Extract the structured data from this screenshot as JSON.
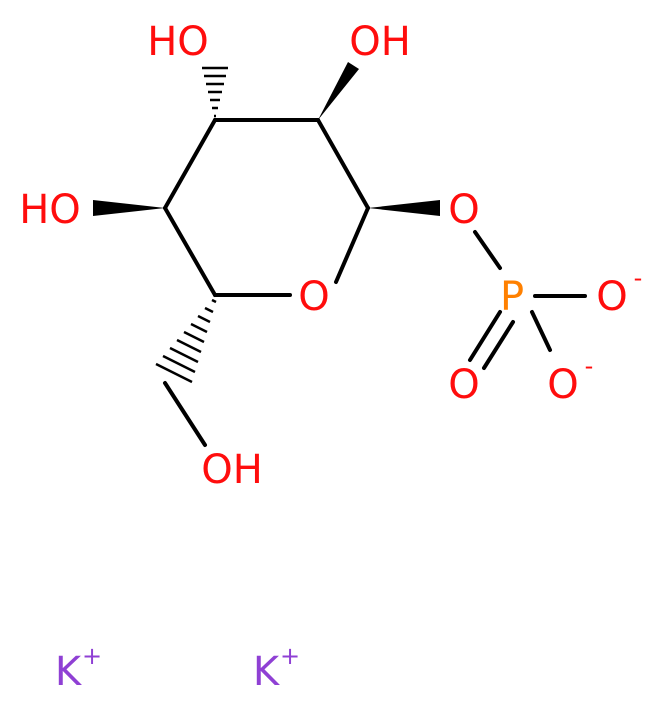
{
  "colors": {
    "bond": "#000000",
    "oxygen": "#ff0d0d",
    "phosphorus": "#ff8000",
    "potassium": "#8f40d4"
  },
  "labels": {
    "oh_c3": "HO",
    "oh_c2": "OH",
    "oh_c4": "HO",
    "o_glyco": "O",
    "o_ring": "O",
    "p": "P",
    "o_minus_1": "O",
    "o_minus_1_charge": "-",
    "o_double": "O",
    "o_minus_2": "O",
    "o_minus_2_charge": "-",
    "oh_c6": "OH",
    "k1": "K",
    "k1_charge": "+",
    "k2": "K",
    "k2_charge": "+"
  }
}
